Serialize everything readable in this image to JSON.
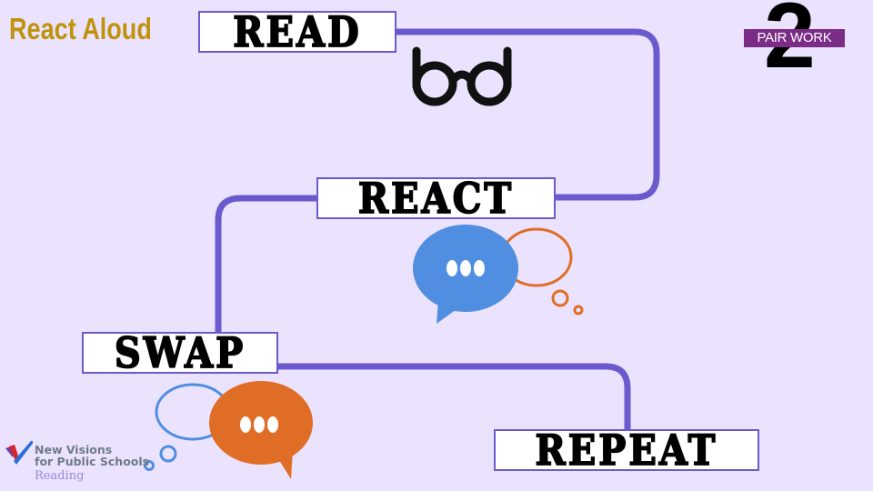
{
  "slide": {
    "title": "React Aloud",
    "background_color": "#ebe3fd",
    "path_color": "#6a5acd"
  },
  "badge": {
    "number": "2",
    "label": "PAIR WORK",
    "label_bg": "#7b2c87"
  },
  "steps": [
    {
      "label": "READ",
      "icon": "glasses-icon"
    },
    {
      "label": "REACT",
      "icon": "speech-bubbles-icon"
    },
    {
      "label": "SWAP",
      "icon": "speech-bubbles-icon"
    },
    {
      "label": "REPEAT",
      "icon": ""
    }
  ],
  "bubbles": {
    "react": {
      "speech_color": "#4f8ee0",
      "thought_color": "#e06d25"
    },
    "swap": {
      "speech_color": "#e06d25",
      "thought_color": "#4f8ee0"
    }
  },
  "logo": {
    "line1": "New Visions",
    "line2": "for Public Schools",
    "line3": "Reading"
  }
}
